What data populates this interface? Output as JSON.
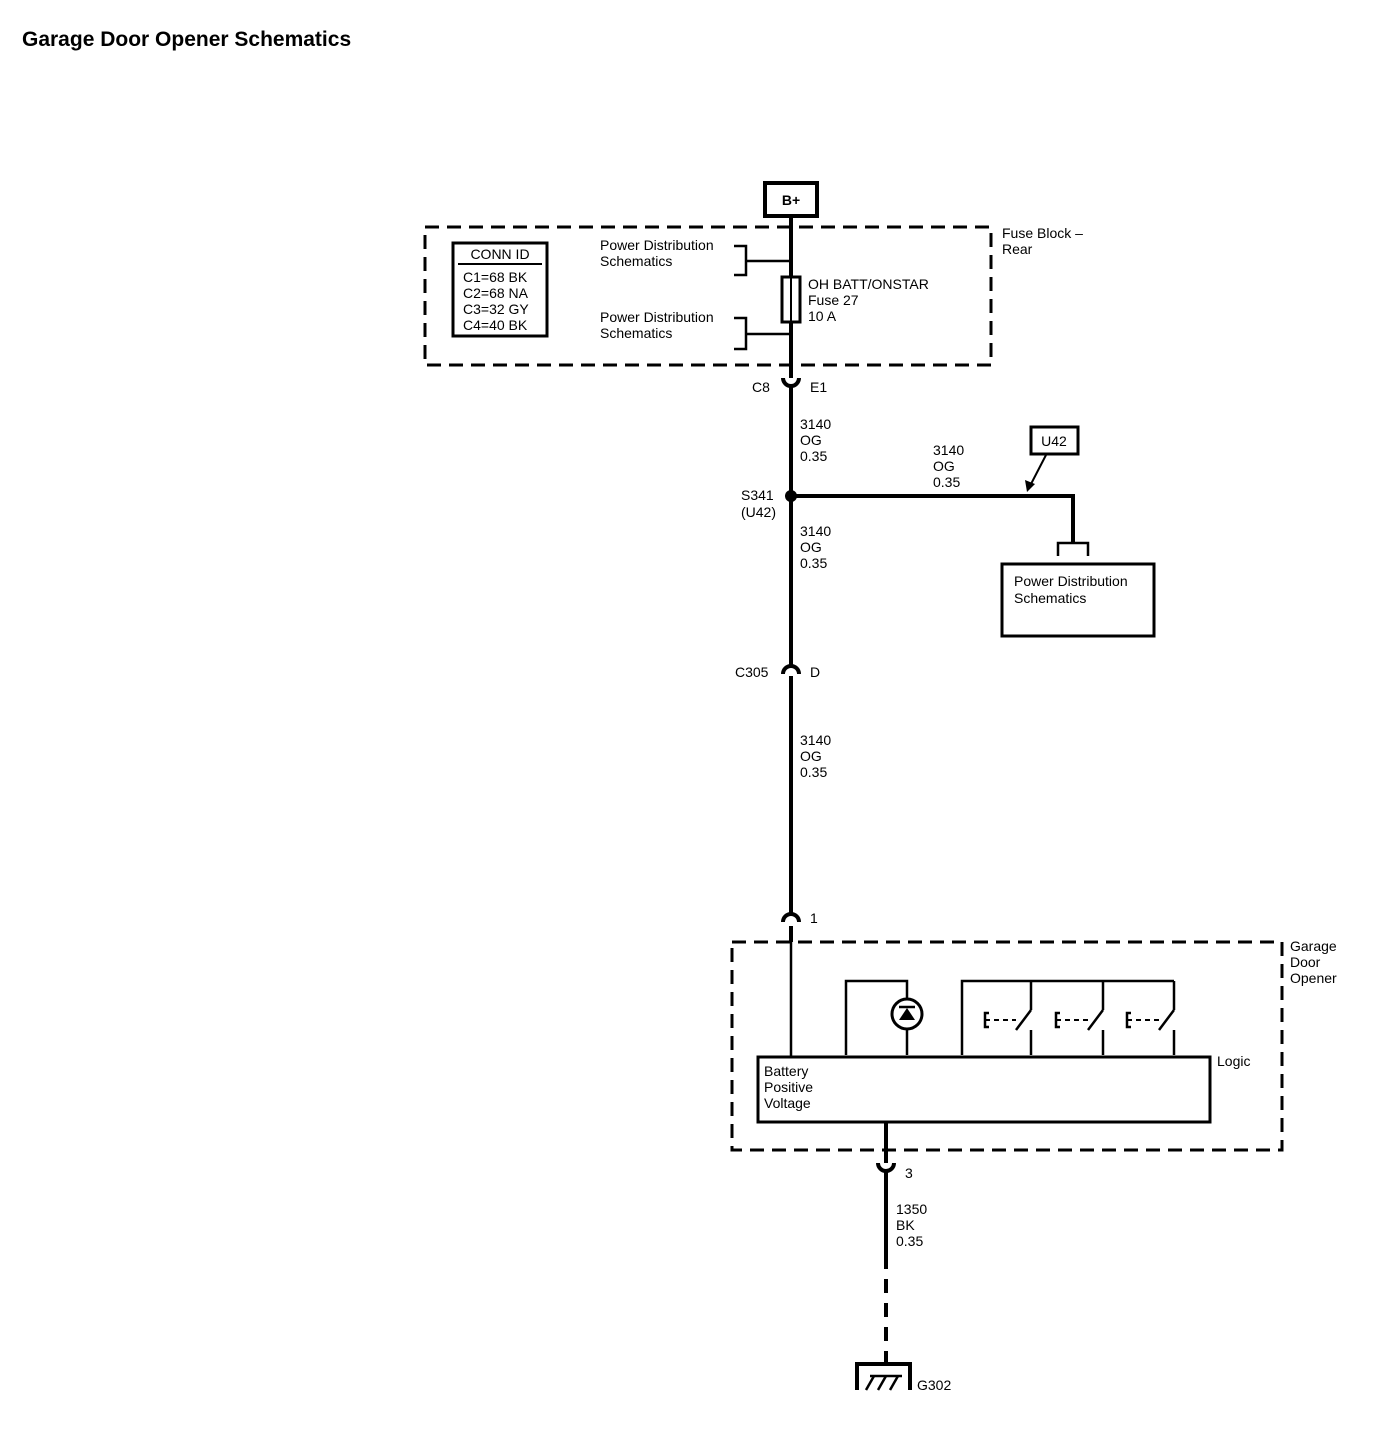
{
  "title": "Garage Door Opener Schematics",
  "power_source": "B+",
  "fuse_block": {
    "name_line1": "Fuse Block –",
    "name_line2": "Rear",
    "conn_id_header": "CONN ID",
    "conn_ids": [
      "C1=68 BK",
      "C2=68 NA",
      "C3=32 GY",
      "C4=40 BK"
    ],
    "ref_top": [
      "Power Distribution",
      "Schematics"
    ],
    "ref_bottom": [
      "Power Distribution",
      "Schematics"
    ],
    "fuse": [
      "OH BATT/ONSTAR",
      "Fuse 27",
      "10 A"
    ]
  },
  "connectors": {
    "c8_left": "C8",
    "c8_right": "E1",
    "c305_left": "C305",
    "c305_right": "D",
    "pin1": "1",
    "pin3": "3"
  },
  "wires": {
    "seg1": [
      "3140",
      "OG",
      "0.35"
    ],
    "branch": [
      "3140",
      "OG",
      "0.35"
    ],
    "seg2": [
      "3140",
      "OG",
      "0.35"
    ],
    "seg3": [
      "3140",
      "OG",
      "0.35"
    ],
    "ground": [
      "1350",
      "BK",
      "0.35"
    ]
  },
  "splice": [
    "S341",
    "(U42)"
  ],
  "option_tag": "U42",
  "branch_ref": [
    "Power Distribution",
    "Schematics"
  ],
  "module": {
    "name": [
      "Garage",
      "Door",
      "Opener"
    ],
    "logic_label": "Logic",
    "input_label": [
      "Battery",
      "Positive",
      "Voltage"
    ]
  },
  "ground_label": "G302"
}
